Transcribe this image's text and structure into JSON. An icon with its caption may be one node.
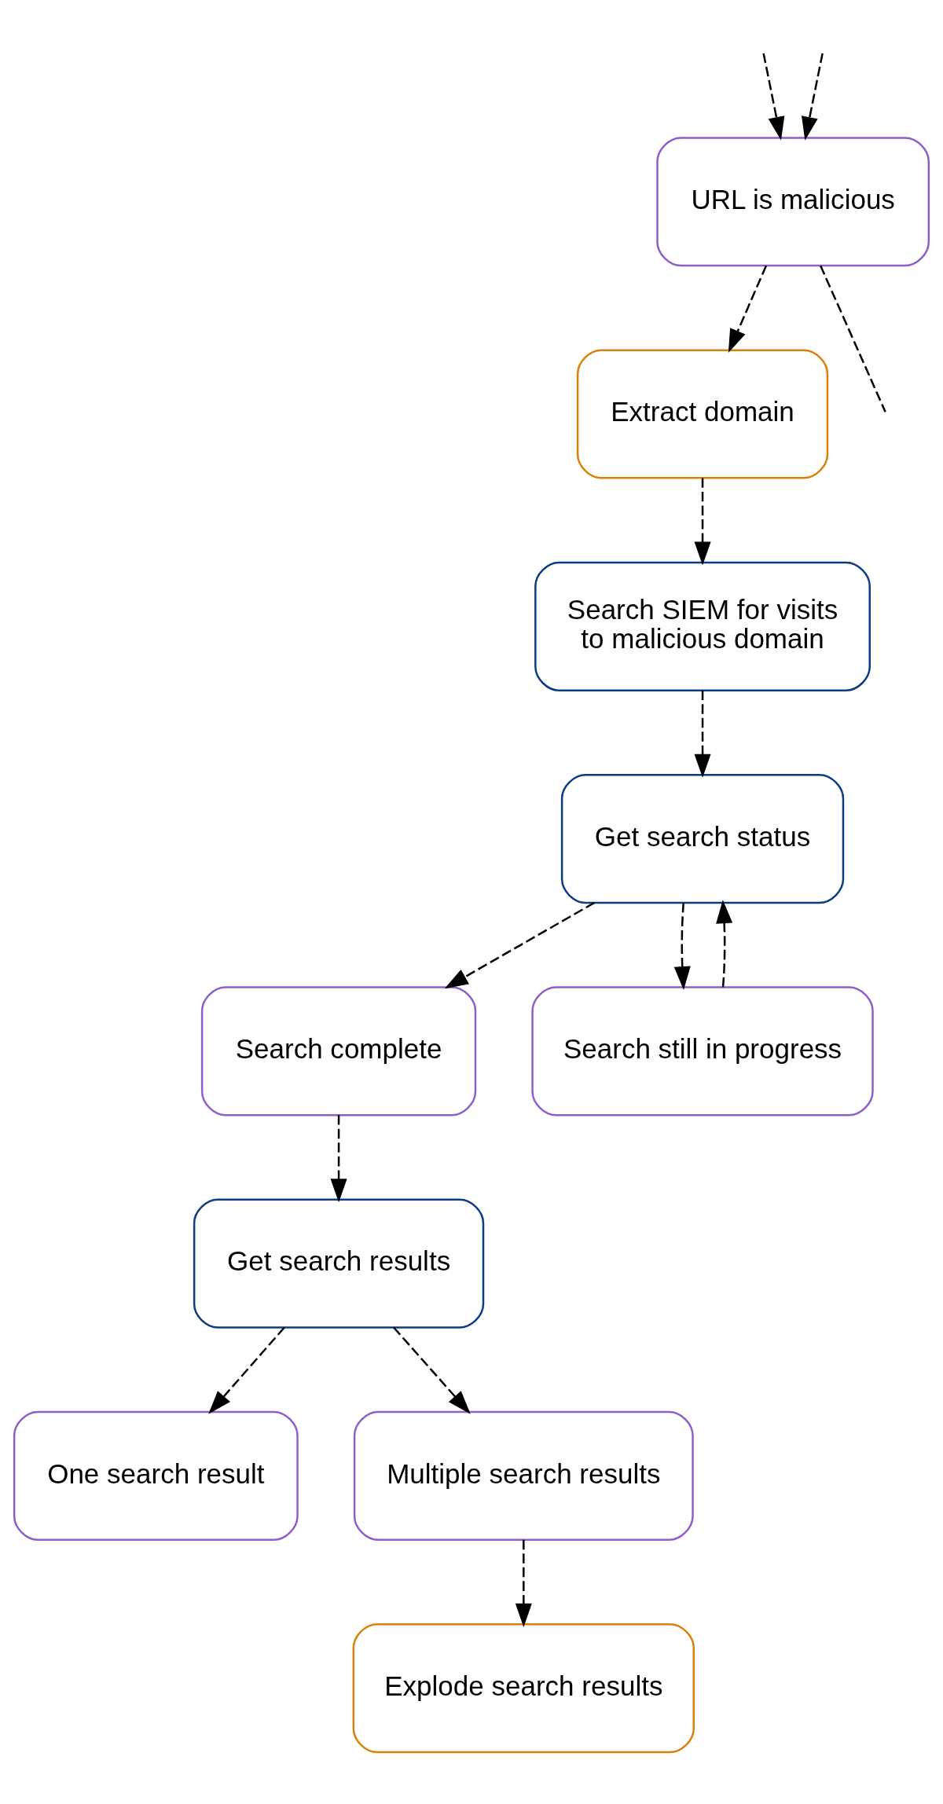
{
  "diagram": {
    "nodes": [
      {
        "text": [
          "URL is malicious"
        ]
      },
      {
        "text": [
          "Extract domain"
        ]
      },
      {
        "text": [
          "Search SIEM for visits to malicious domain"
        ]
      },
      {
        "text": [
          "Get search status"
        ]
      },
      {
        "text": [
          "Search complete"
        ]
      },
      {
        "text": [
          "Search still in progress"
        ]
      },
      {
        "text": [
          "Get search results"
        ]
      },
      {
        "text": [
          "One search result"
        ]
      },
      {
        "text": [
          "Multiple search results"
        ]
      },
      {
        "text": [
          "Explode search results"
        ]
      }
    ],
    "edges": [
      {
        "from": 0,
        "to": null,
        "arrow": "none",
        "style": "dashed"
      },
      {
        "from": null,
        "to": 0,
        "arrow": "to",
        "style": "dashed"
      },
      {
        "from": null,
        "to": 0,
        "arrow": "to",
        "style": "dashed"
      },
      {
        "from": 0,
        "to": 1,
        "arrow": "to",
        "style": "dashed"
      },
      {
        "from": 1,
        "to": 2,
        "arrow": "to",
        "style": "dashed"
      },
      {
        "from": 2,
        "to": 3,
        "arrow": "to",
        "style": "dashed"
      },
      {
        "from": 3,
        "to": 4,
        "arrow": "to",
        "style": "dashed"
      },
      {
        "from": 3,
        "to": 5,
        "arrow": "to",
        "style": "dashed"
      },
      {
        "from": 5,
        "to": 3,
        "arrow": "to",
        "style": "dashed"
      },
      {
        "from": 4,
        "to": 6,
        "arrow": "to",
        "style": "dashed"
      },
      {
        "from": 6,
        "to": 7,
        "arrow": "to",
        "style": "dashed"
      },
      {
        "from": 6,
        "to": 8,
        "arrow": "to",
        "style": "dashed"
      },
      {
        "from": 8,
        "to": 9,
        "arrow": "to",
        "style": "dashed"
      }
    ]
  }
}
